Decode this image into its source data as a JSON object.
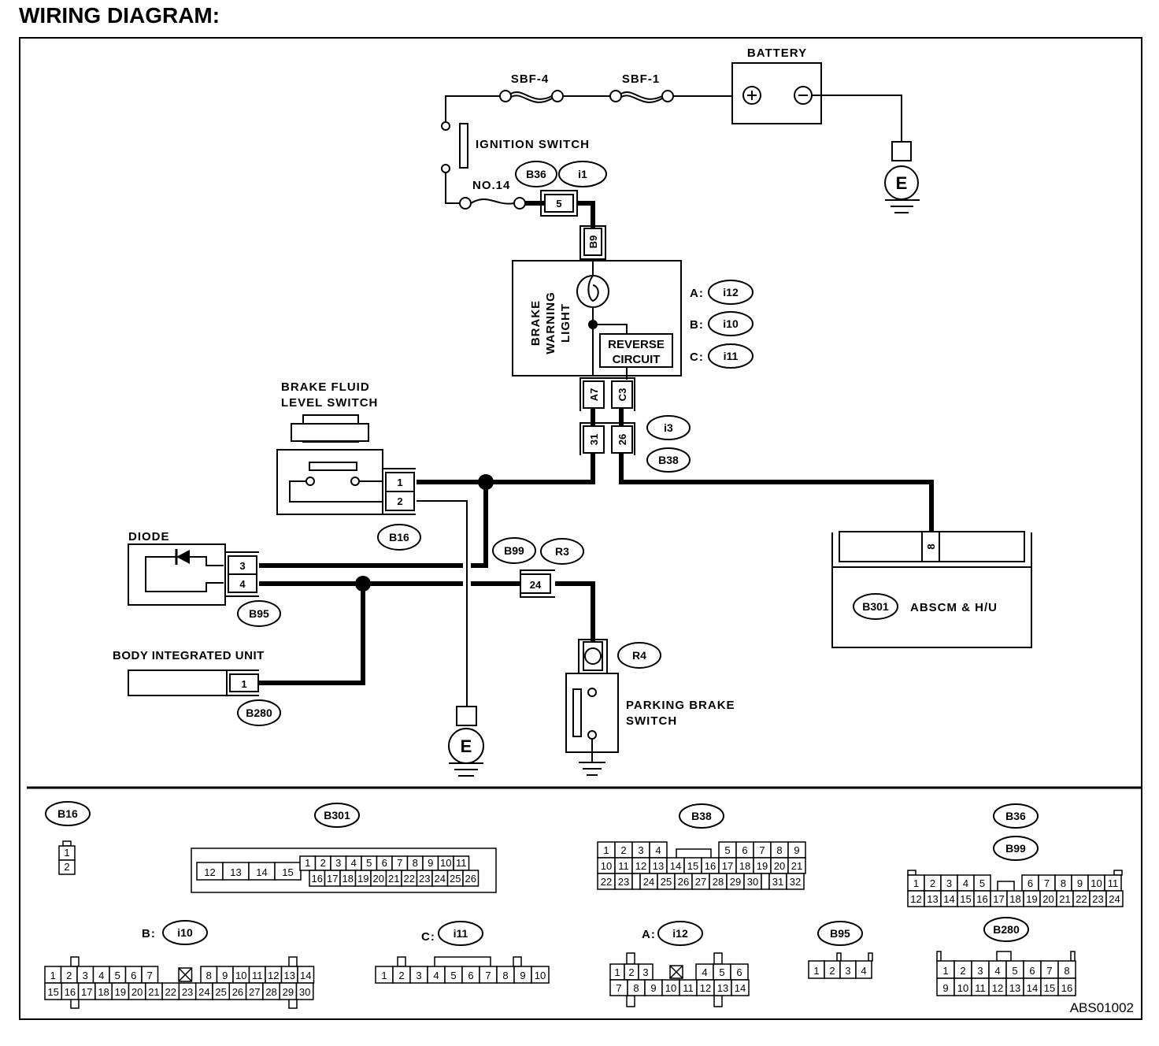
{
  "page": {
    "title": "WIRING DIAGRAM:",
    "figure_id": "ABS01002"
  },
  "components": {
    "battery": {
      "label": "BATTERY",
      "plus": "+",
      "minus": "−"
    },
    "fuse_sbf4": {
      "label": "SBF-4"
    },
    "fuse_sbf1": {
      "label": "SBF-1"
    },
    "ignition_switch": {
      "label": "IGNITION SWITCH"
    },
    "fuse_no14": {
      "label": "NO.14"
    },
    "brake_warning_light": {
      "label_lines": [
        "BRAKE",
        "WARNING",
        "LIGHT"
      ],
      "reverse_circuit": [
        "REVERSE",
        "CIRCUIT"
      ]
    },
    "brake_fluid_level_switch": {
      "label_lines": [
        "BRAKE FLUID",
        "LEVEL SWITCH"
      ]
    },
    "diode": {
      "label": "DIODE"
    },
    "body_integrated_unit": {
      "label": "BODY INTEGRATED UNIT"
    },
    "parking_brake_switch": {
      "label_lines": [
        "PARKING BRAKE",
        "SWITCH"
      ]
    },
    "abscm": {
      "label": "ABSCM & H/U"
    },
    "ground": {
      "label": "E"
    }
  },
  "connector_ids": {
    "b36": "B36",
    "i1": "i1",
    "b9": "B9",
    "i12": "i12",
    "i10": "i10",
    "i11": "i11",
    "i3": "i3",
    "b38": "B38",
    "b16": "B16",
    "b99": "B99",
    "r3": "R3",
    "b95": "B95",
    "r4": "R4",
    "b280": "B280",
    "b301": "B301",
    "prefix_a": "A:",
    "prefix_b": "B:",
    "prefix_c": "C:"
  },
  "pins": {
    "b36_i1": "5",
    "b9": "B9",
    "a7": "A7",
    "c3": "C3",
    "p31": "31",
    "p26": "26",
    "b16_1": "1",
    "b16_2": "2",
    "b95_3": "3",
    "b95_4": "4",
    "r3_24": "24",
    "b280_1": "1",
    "b301_8": "8"
  },
  "legend": {
    "b16": {
      "id": "B16",
      "pins": [
        "1",
        "2"
      ]
    },
    "b301": {
      "id": "B301",
      "left": [
        "12",
        "13",
        "14",
        "15"
      ],
      "top": [
        "1",
        "2",
        "3",
        "4",
        "5",
        "6",
        "7",
        "8",
        "9",
        "10",
        "11"
      ],
      "bottom": [
        "16",
        "17",
        "18",
        "19",
        "20",
        "21",
        "22",
        "23",
        "24",
        "25",
        "26"
      ]
    },
    "b38": {
      "id": "B38",
      "row1a": [
        "1",
        "2",
        "3",
        "4"
      ],
      "row1b": [
        "5",
        "6",
        "7",
        "8",
        "9"
      ],
      "row2": [
        "10",
        "11",
        "12",
        "13",
        "14",
        "15",
        "16",
        "17",
        "18",
        "19",
        "20",
        "21"
      ],
      "row3": [
        "22",
        "23",
        "",
        "24",
        "25",
        "26",
        "27",
        "28",
        "29",
        "30",
        "",
        "31",
        "32"
      ]
    },
    "b36_b99": {
      "id1": "B36",
      "id2": "B99",
      "row1a": [
        "1",
        "2",
        "3",
        "4",
        "5"
      ],
      "row1b": [
        "6",
        "7",
        "8",
        "9",
        "10",
        "11"
      ],
      "row2": [
        "12",
        "13",
        "14",
        "15",
        "16",
        "17",
        "18",
        "19",
        "20",
        "21",
        "22",
        "23",
        "24"
      ]
    },
    "i10": {
      "prefix": "B:",
      "id": "i10",
      "row1a": [
        "1",
        "2",
        "3",
        "4",
        "5",
        "6",
        "7"
      ],
      "row1b": [
        "8",
        "9",
        "10",
        "11",
        "12",
        "13",
        "14"
      ],
      "row2": [
        "15",
        "16",
        "17",
        "18",
        "19",
        "20",
        "21",
        "22",
        "23",
        "24",
        "25",
        "26",
        "27",
        "28",
        "29",
        "30"
      ]
    },
    "i11": {
      "prefix": "C:",
      "id": "i11",
      "row": [
        "1",
        "2",
        "3",
        "4",
        "5",
        "6",
        "7",
        "8",
        "9",
        "10"
      ]
    },
    "i12": {
      "prefix": "A:",
      "id": "i12",
      "row1a": [
        "1",
        "2",
        "3"
      ],
      "row1b": [
        "4",
        "5",
        "6"
      ],
      "row2": [
        "7",
        "8",
        "9",
        "10",
        "11",
        "12",
        "13",
        "14"
      ]
    },
    "b95": {
      "id": "B95",
      "row": [
        "1",
        "2",
        "3",
        "4"
      ]
    },
    "b280": {
      "id": "B280",
      "row1": [
        "1",
        "2",
        "3",
        "4",
        "5",
        "6",
        "7",
        "8"
      ],
      "row2": [
        "9",
        "10",
        "11",
        "12",
        "13",
        "14",
        "15",
        "16"
      ]
    }
  }
}
